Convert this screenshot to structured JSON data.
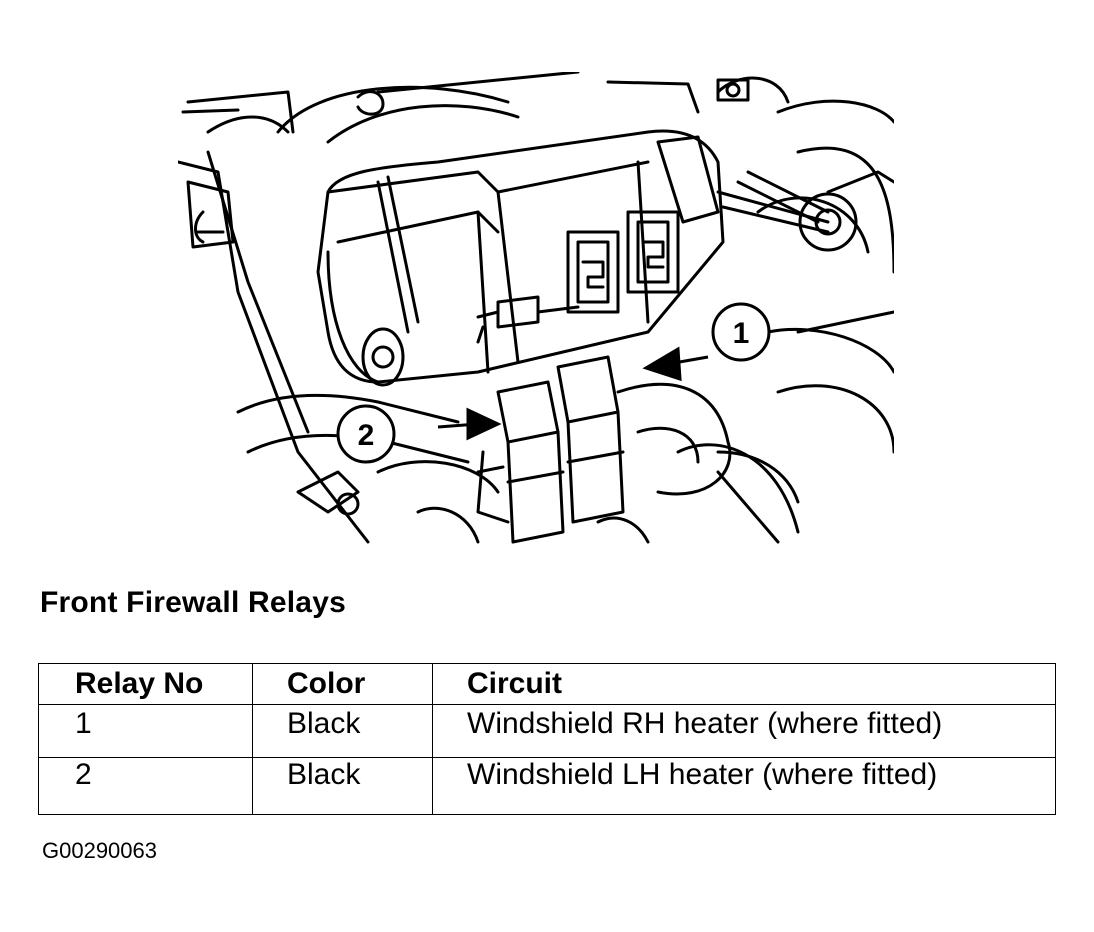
{
  "callouts": [
    "1",
    "2"
  ],
  "title": "Front Firewall Relays",
  "table": {
    "headers": [
      "Relay No",
      "Color",
      "Circuit"
    ],
    "rows": [
      [
        "1",
        "Black",
        "Windshield RH heater (where fitted)"
      ],
      [
        "2",
        "Black",
        "Windshield LH heater (where fitted)"
      ]
    ]
  },
  "figure_code": "G00290063"
}
